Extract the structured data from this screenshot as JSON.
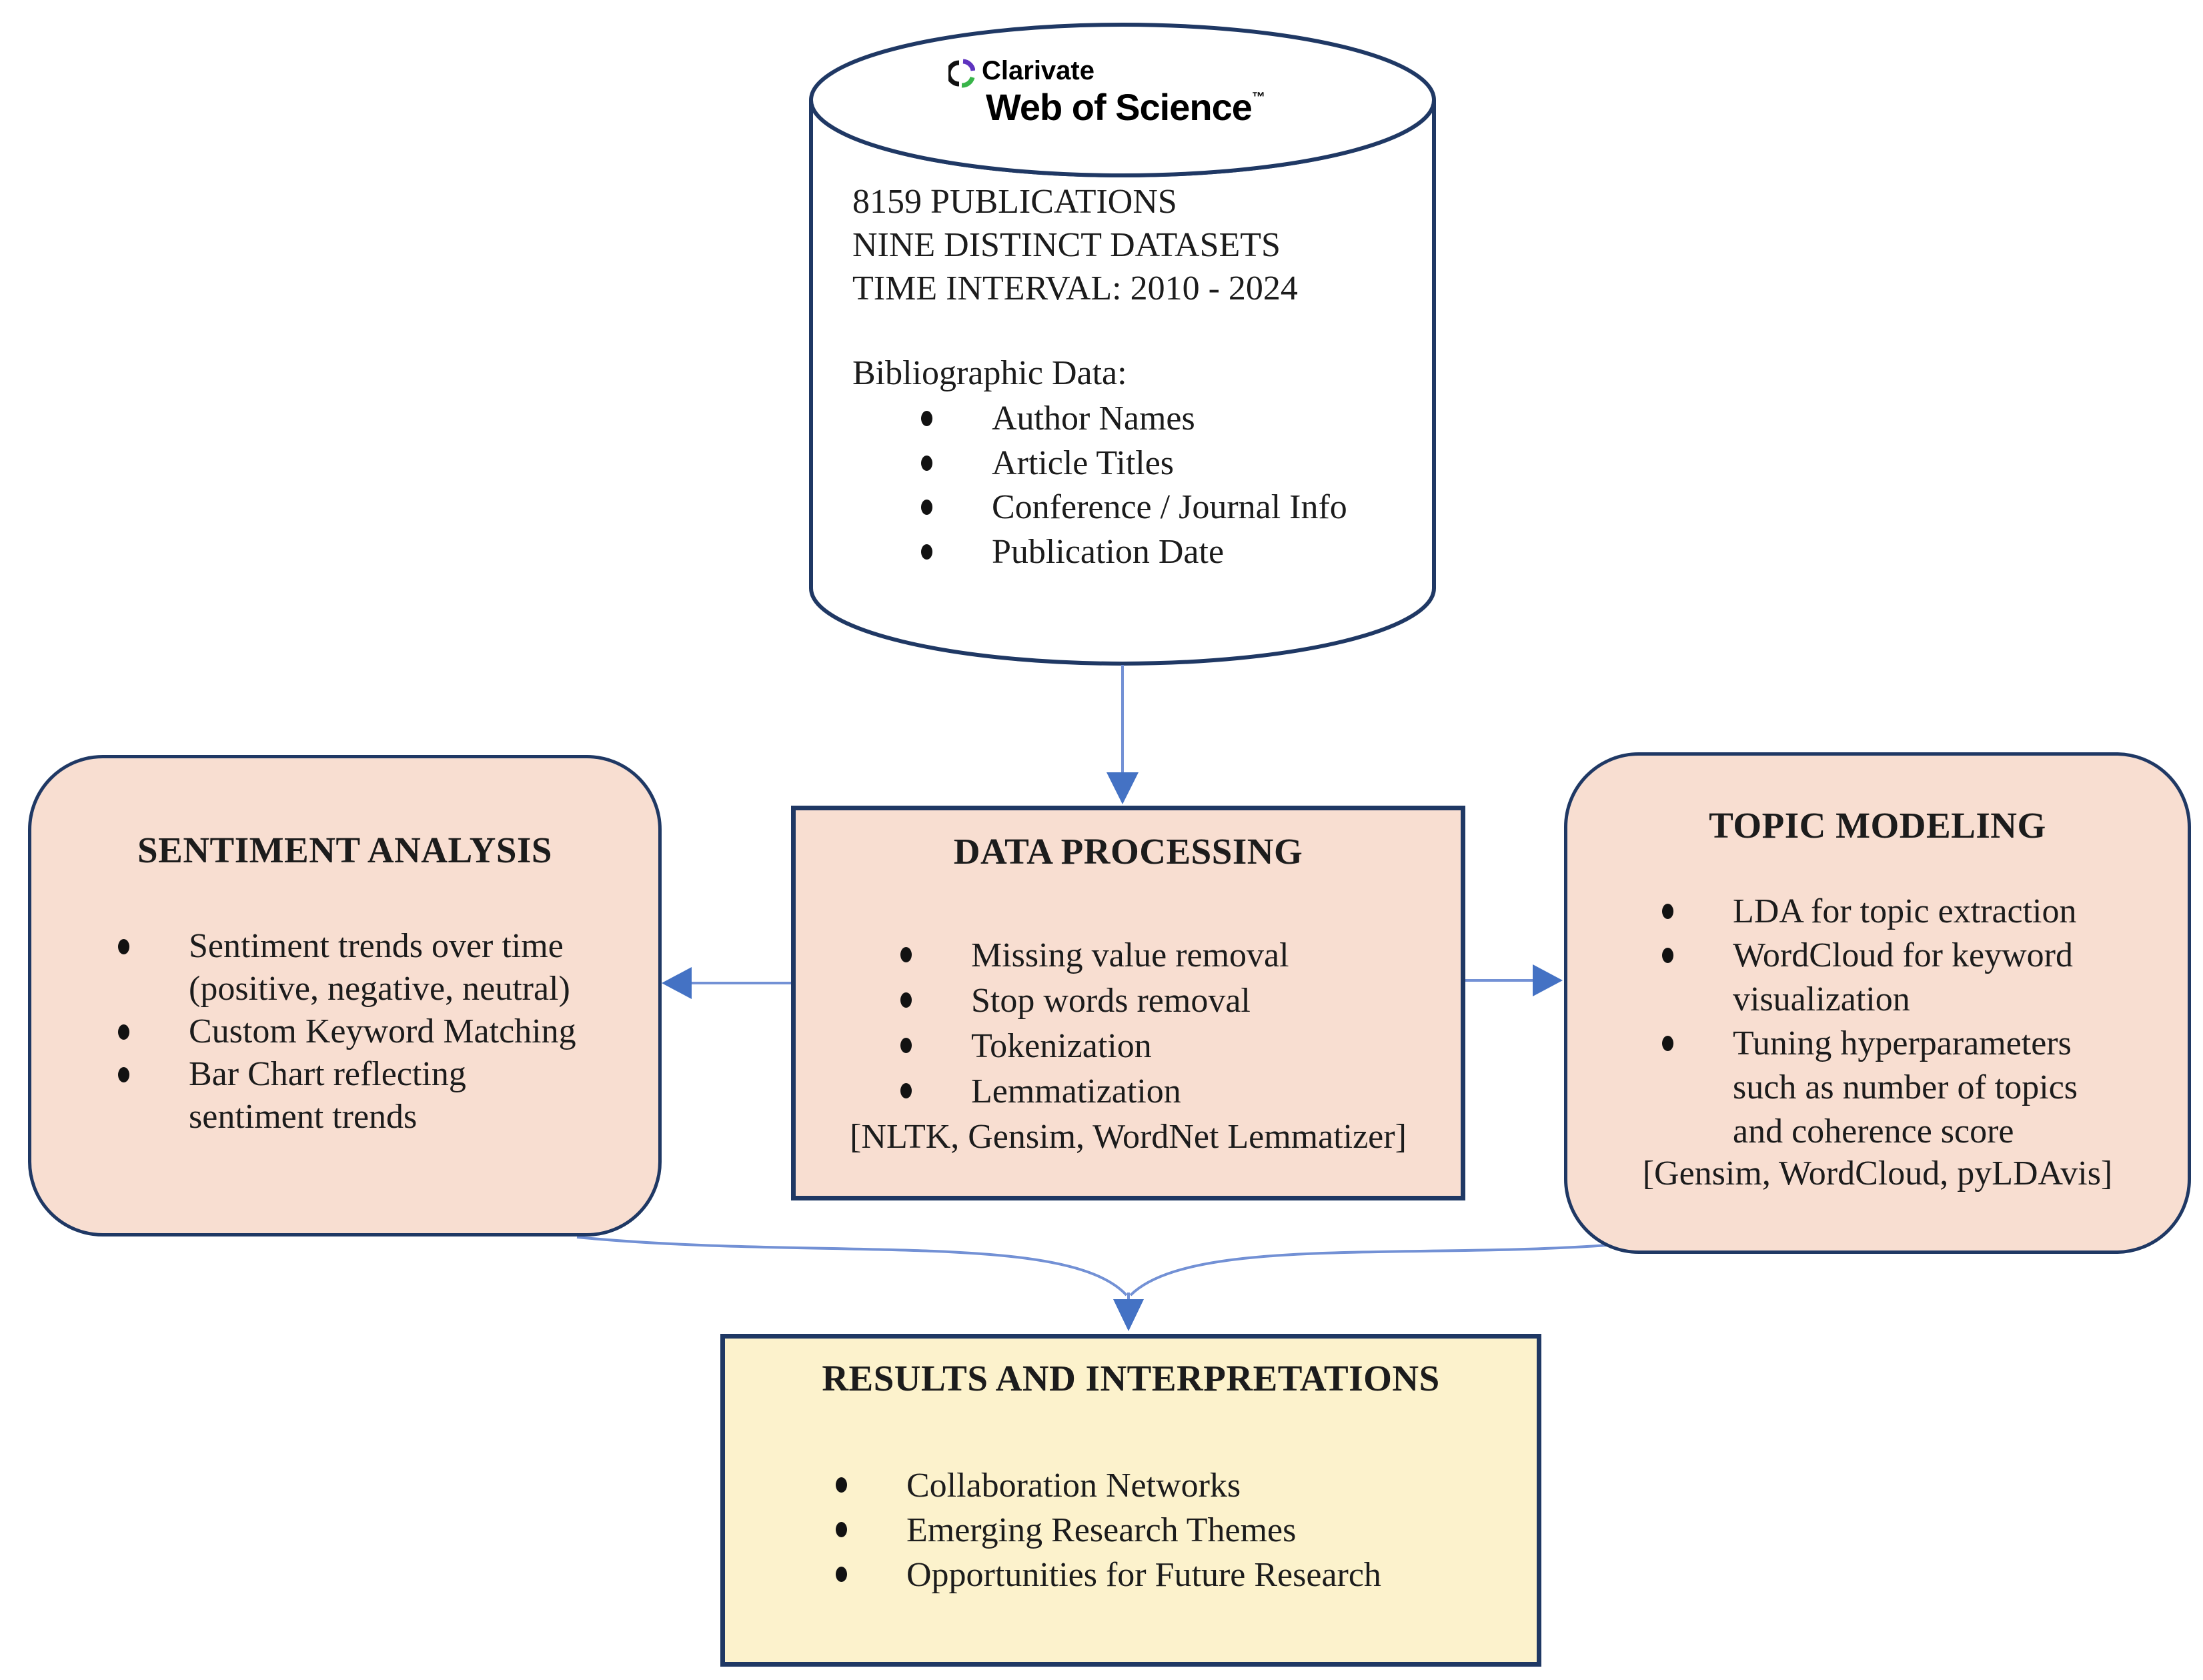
{
  "colors": {
    "border_navy": "#1F3864",
    "box_peach": "#F8DED1",
    "box_yellow": "#FCF2CC",
    "arrow_blue": "#4472C4",
    "arrow_line_blue": "#7391D5",
    "logo_purple": "#5E33BF",
    "logo_green": "#38B449",
    "text_color": "#1C1C1C"
  },
  "cylinder": {
    "logo": {
      "brand": "Clarivate",
      "product": "Web of Science",
      "trademark": "™"
    },
    "stats": [
      "8159 PUBLICATIONS",
      "NINE DISTINCT DATASETS",
      "TIME INTERVAL: 2010 - 2024"
    ],
    "subheading": "Bibliographic Data:",
    "bullets": [
      {
        "lines": [
          "Author Names"
        ]
      },
      {
        "lines": [
          "Article Titles"
        ]
      },
      {
        "lines": [
          "Conference / Journal Info"
        ]
      },
      {
        "lines": [
          "Publication Date"
        ]
      }
    ]
  },
  "sentiment_box": {
    "title": "SENTIMENT ANALYSIS",
    "items": [
      {
        "lines": [
          "Sentiment trends over time",
          "(positive, negative, neutral)"
        ]
      },
      {
        "lines": [
          "Custom Keyword Matching"
        ]
      },
      {
        "lines": [
          "Bar Chart reflecting",
          "sentiment trends"
        ]
      }
    ]
  },
  "processing_box": {
    "title": "DATA PROCESSING",
    "items": [
      {
        "lines": [
          "Missing value removal"
        ]
      },
      {
        "lines": [
          "Stop words removal"
        ]
      },
      {
        "lines": [
          "Tokenization"
        ]
      },
      {
        "lines": [
          "Lemmatization"
        ]
      }
    ],
    "tools": "[NLTK, Gensim, WordNet Lemmatizer]"
  },
  "topic_box": {
    "title": "TOPIC MODELING",
    "items": [
      {
        "lines": [
          "LDA for topic extraction"
        ]
      },
      {
        "lines": [
          "WordCloud for keyword",
          "visualization"
        ]
      },
      {
        "lines": [
          "Tuning hyperparameters",
          "such as number of topics",
          "and coherence score"
        ]
      }
    ],
    "tools": "[Gensim, WordCloud, pyLDAvis]"
  },
  "results_box": {
    "title": "RESULTS AND INTERPRETATIONS",
    "items": [
      {
        "lines": [
          "Collaboration Networks"
        ]
      },
      {
        "lines": [
          "Emerging Research Themes"
        ]
      },
      {
        "lines": [
          "Opportunities for Future Research"
        ]
      }
    ]
  }
}
